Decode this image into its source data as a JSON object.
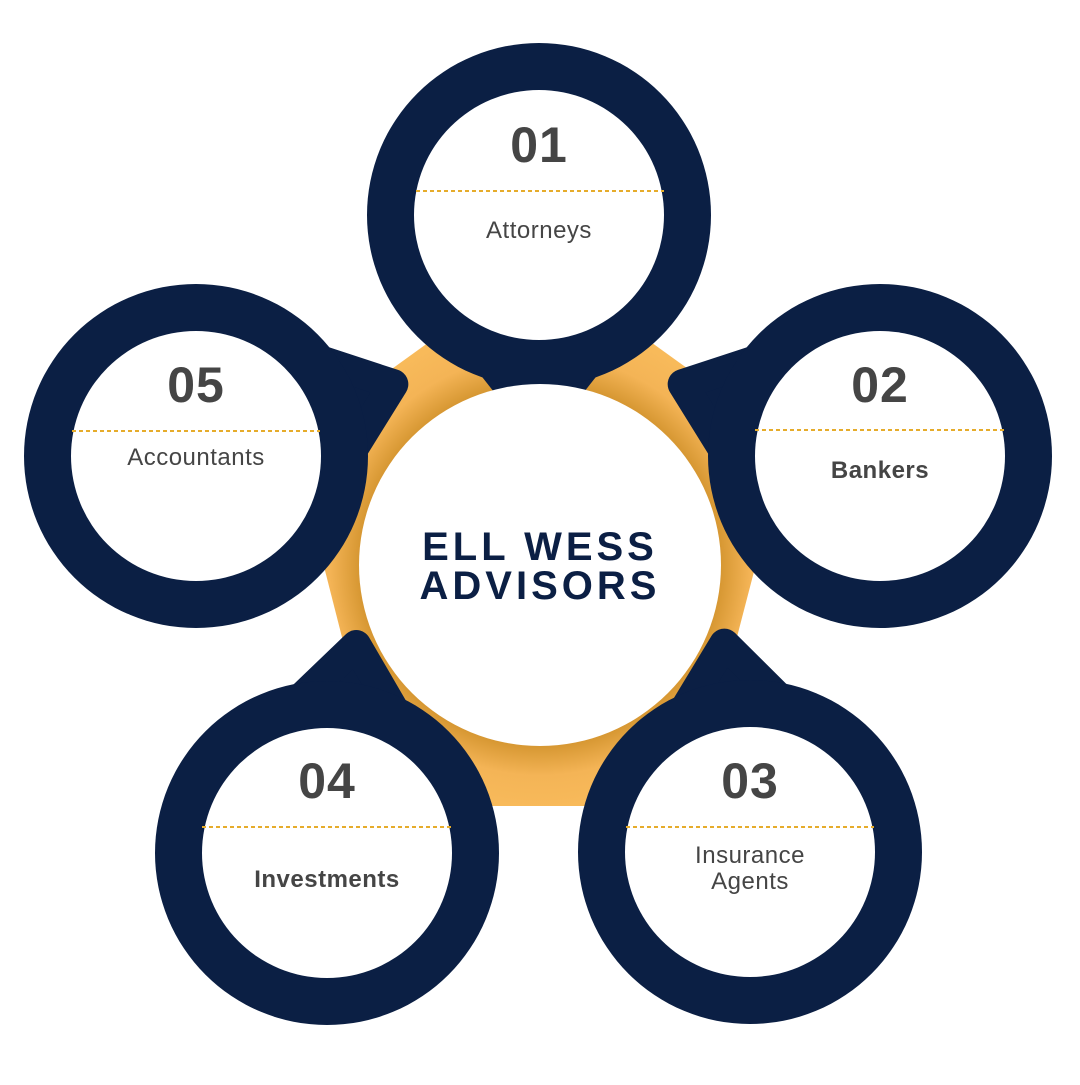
{
  "title": {
    "line1": "ELL WESS",
    "line2": "ADVISORS"
  },
  "colors": {
    "navy": "#0b1f44",
    "gold": "#fbbf5e",
    "text": "#454545",
    "dash": "#e6ac2b"
  },
  "items": [
    {
      "number": "01",
      "label_lines": [
        "Attorneys"
      ]
    },
    {
      "number": "02",
      "label_lines": [
        "Bankers"
      ]
    },
    {
      "number": "03",
      "label_lines": [
        "Insurance",
        "Agents"
      ]
    },
    {
      "number": "04",
      "label_lines": [
        "Investments"
      ]
    },
    {
      "number": "05",
      "label_lines": [
        "Accountants"
      ]
    }
  ]
}
